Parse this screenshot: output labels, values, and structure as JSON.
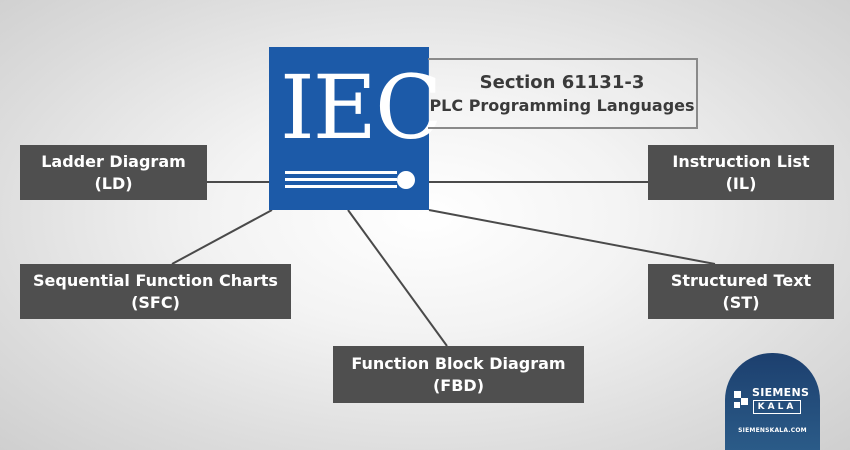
{
  "logo": {
    "text": "IEC"
  },
  "section": {
    "title": "Section 61131-3",
    "subtitle": "PLC Programming Languages"
  },
  "languages": [
    {
      "name": "Ladder Diagram",
      "abbr": "(LD)"
    },
    {
      "name": "Sequential Function Charts",
      "abbr": "(SFC)"
    },
    {
      "name": "Function Block Diagram",
      "abbr": "(FBD)"
    },
    {
      "name": "Instruction List",
      "abbr": "(IL)"
    },
    {
      "name": "Structured Text",
      "abbr": "(ST)"
    }
  ],
  "watermark": {
    "name_line1": "SIEMENS",
    "name_line2": "KALA",
    "url": "SIEMENSKALA.COM"
  },
  "colors": {
    "logo_blue": "#1c5aa8",
    "box_gray": "#4f4f4f",
    "badge_navy": "#1c3f6e"
  }
}
